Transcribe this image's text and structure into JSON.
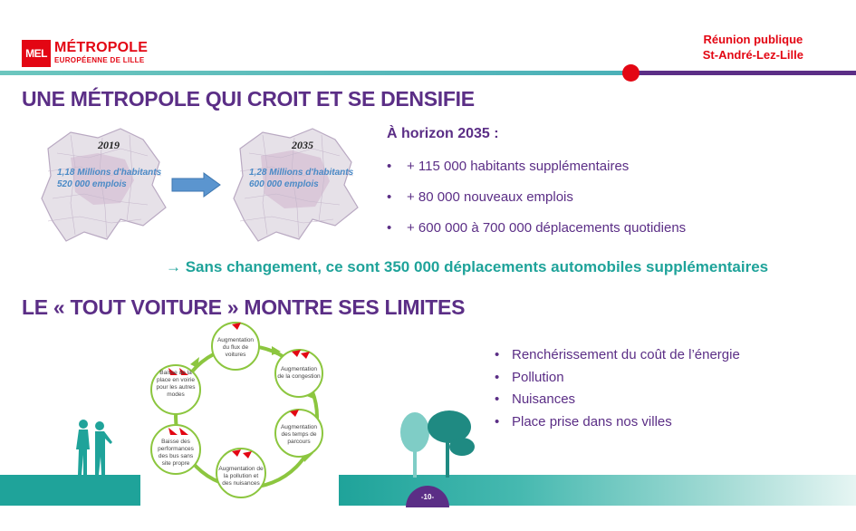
{
  "header": {
    "logo_mark": "MEL",
    "logo_title": "MÉTROPOLE",
    "logo_subtitle": "EUROPÉENNE DE LILLE",
    "meeting_line1": "Réunion publique",
    "meeting_line2": "St-André-Lez-Lille",
    "colors": {
      "red": "#e30613",
      "purple": "#5b2e86",
      "teal": "#1fa39a"
    }
  },
  "section1": {
    "title": "UNE MÉTROPOLE QUI CROIT ET SE DENSIFIE",
    "map_before": {
      "year": "2019",
      "line1": "1,18 Millions d'habitants",
      "line2": "520 000 emplois"
    },
    "map_after": {
      "year": "2035",
      "line1": "1,28 Millions d'habitants",
      "line2": "600 000 emplois"
    },
    "arrow_icon": "right-arrow-icon",
    "horizon": "À horizon 2035 :",
    "bullets": [
      "+ 115 000 habitants supplémentaires",
      "+ 80 000 nouveaux emplois",
      "+ 600 000 à 700 000 déplacements quotidiens"
    ],
    "conclusion": "→ Sans changement, ce sont 350 000 déplacements automobiles supplémentaires"
  },
  "section2": {
    "title": "LE « TOUT VOITURE » MONTRE SES LIMITES",
    "cycle": [
      "Augmentation du flux de voitures",
      "Augmentation de la congestion",
      "Augmentation des temps de parcours",
      "Augmentation de la pollution et des nuisances",
      "Baisse des performances des bus sans site propre",
      "Baisse de la place en voirie pour les autres modes"
    ],
    "bullets": [
      "Renchérissement du coût de l’énergie",
      "Pollution",
      "Nuisances",
      "Place prise dans nos villes"
    ]
  },
  "footer": {
    "page": "-10-"
  }
}
